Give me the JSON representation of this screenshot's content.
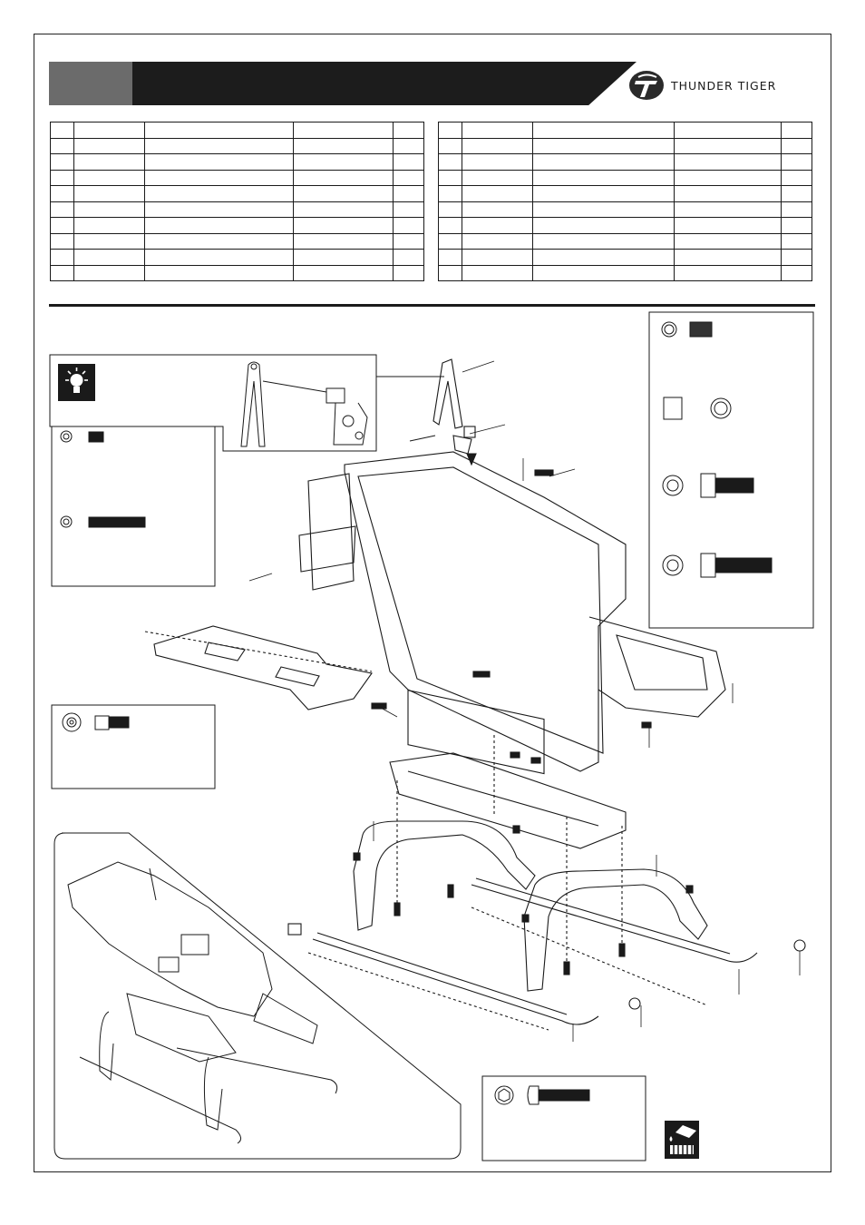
{
  "brand": {
    "logo_text": "THUNDER TIGER",
    "colors": {
      "ink": "#1c1c1c",
      "banner_gray": "#6b6b6b",
      "paper": "#ffffff"
    }
  },
  "parts_table_left": {
    "rows": 10,
    "columns": 5
  },
  "parts_table_right": {
    "rows": 10,
    "columns": 5
  },
  "icons": {
    "tip": "lightbulb-icon",
    "glue": "threadlock-glue-icon",
    "hardware": [
      "washer-icon",
      "set-screw-icon",
      "square-nut-icon",
      "socket-cap-screw-icon",
      "self-tapping-screw-icon",
      "shoulder-screw-icon"
    ]
  }
}
